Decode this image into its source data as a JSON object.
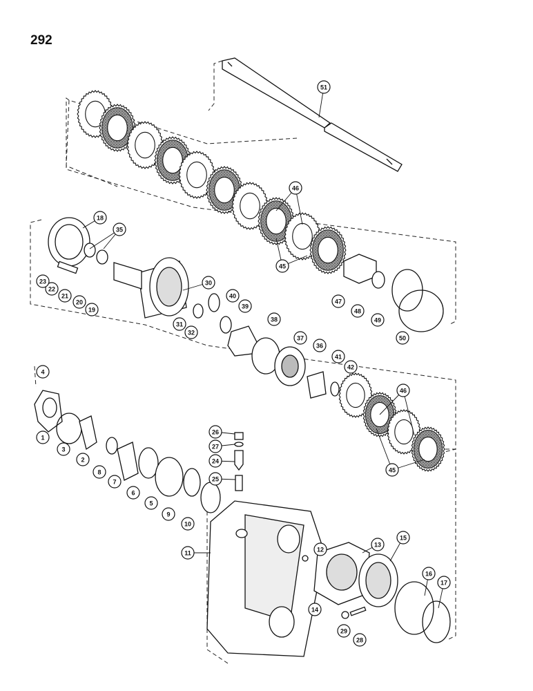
{
  "page": {
    "number": "292"
  },
  "colors": {
    "ink": "#111111",
    "paper": "#ffffff",
    "friction": "#8a8a8a"
  },
  "parts": [
    {
      "id": "1",
      "label": "1"
    },
    {
      "id": "2",
      "label": "2"
    },
    {
      "id": "3",
      "label": "3"
    },
    {
      "id": "4",
      "label": "4"
    },
    {
      "id": "5",
      "label": "5"
    },
    {
      "id": "6",
      "label": "6"
    },
    {
      "id": "7",
      "label": "7"
    },
    {
      "id": "8",
      "label": "8"
    },
    {
      "id": "9",
      "label": "9"
    },
    {
      "id": "10",
      "label": "10"
    },
    {
      "id": "11",
      "label": "11"
    },
    {
      "id": "12",
      "label": "12"
    },
    {
      "id": "13",
      "label": "13"
    },
    {
      "id": "14",
      "label": "14"
    },
    {
      "id": "15",
      "label": "15"
    },
    {
      "id": "16",
      "label": "16"
    },
    {
      "id": "17",
      "label": "17"
    },
    {
      "id": "18",
      "label": "18"
    },
    {
      "id": "19",
      "label": "19"
    },
    {
      "id": "20",
      "label": "20"
    },
    {
      "id": "21",
      "label": "21"
    },
    {
      "id": "22",
      "label": "22"
    },
    {
      "id": "23",
      "label": "23"
    },
    {
      "id": "24",
      "label": "24"
    },
    {
      "id": "25",
      "label": "25"
    },
    {
      "id": "26",
      "label": "26"
    },
    {
      "id": "27",
      "label": "27"
    },
    {
      "id": "28",
      "label": "28"
    },
    {
      "id": "29",
      "label": "29"
    },
    {
      "id": "30",
      "label": "30"
    },
    {
      "id": "31",
      "label": "31"
    },
    {
      "id": "32",
      "label": "32"
    },
    {
      "id": "35",
      "label": "35"
    },
    {
      "id": "36",
      "label": "36"
    },
    {
      "id": "37",
      "label": "37"
    },
    {
      "id": "38",
      "label": "38"
    },
    {
      "id": "39",
      "label": "39"
    },
    {
      "id": "40",
      "label": "40"
    },
    {
      "id": "41",
      "label": "41"
    },
    {
      "id": "42",
      "label": "42"
    },
    {
      "id": "45a",
      "label": "45"
    },
    {
      "id": "45b",
      "label": "45"
    },
    {
      "id": "46a",
      "label": "46"
    },
    {
      "id": "46b",
      "label": "46"
    },
    {
      "id": "47",
      "label": "47"
    },
    {
      "id": "48",
      "label": "48"
    },
    {
      "id": "49",
      "label": "49"
    },
    {
      "id": "50",
      "label": "50"
    },
    {
      "id": "51",
      "label": "51"
    }
  ]
}
